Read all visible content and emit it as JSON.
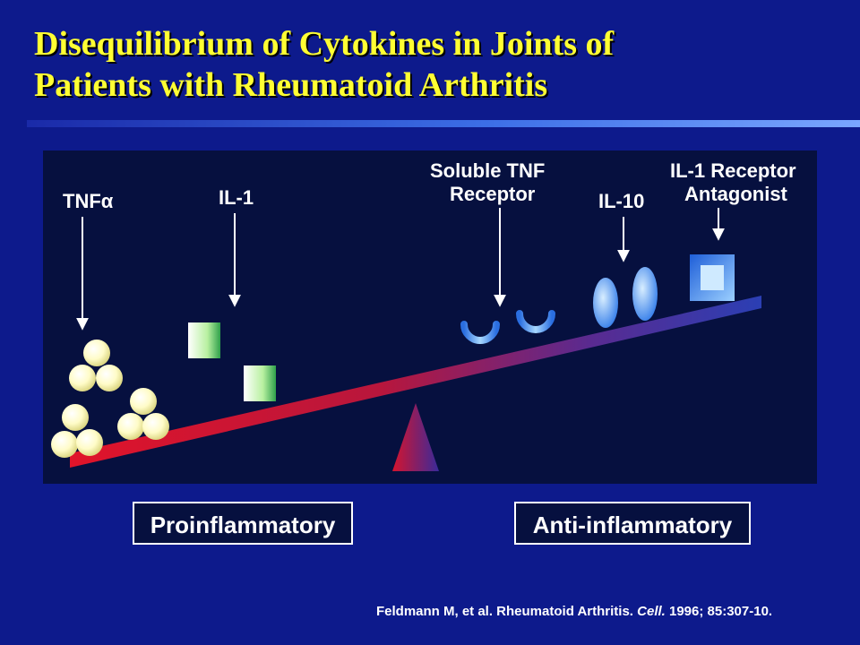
{
  "title": {
    "line1": "Disequilibrium of Cytokines in Joints of",
    "line2": "Patients with Rheumatoid Arthritis"
  },
  "diagram": {
    "labels": {
      "tnf_alpha": "TNFα",
      "il1": "IL-1",
      "soluble_tnf_line1": "Soluble TNF",
      "soluble_tnf_line2": "Receptor",
      "il10": "IL-10",
      "il1ra_line1": "IL-1 Receptor",
      "il1ra_line2": "Antagonist"
    }
  },
  "boxes": {
    "pro": "Proinflammatory",
    "anti": "Anti-inflammatory"
  },
  "citation": {
    "pre": "Feldmann M, et al. Rheumatoid Arthritis. ",
    "journal": "Cell.",
    "post": " 1996; 85:307-10."
  },
  "colors": {
    "background": "#0d1a8c",
    "title": "#ffff33",
    "beam_left": "#e0142a",
    "beam_right": "#2b3fb4"
  }
}
